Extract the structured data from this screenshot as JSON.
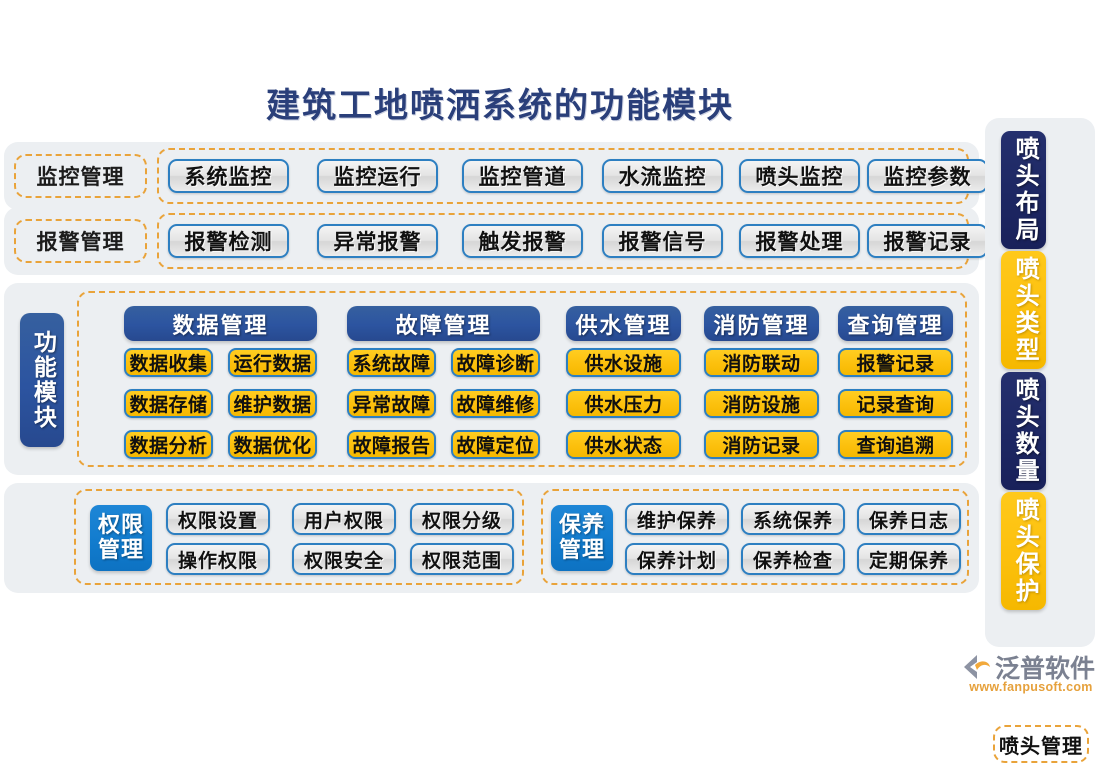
{
  "title": "建筑工地喷洒系统的功能模块",
  "rows": [
    {
      "label": "监控管理",
      "items": [
        "系统监控",
        "监控运行",
        "监控管道",
        "水流监控",
        "喷头监控",
        "监控参数"
      ]
    },
    {
      "label": "报警管理",
      "items": [
        "报警检测",
        "异常报警",
        "触发报警",
        "报警信号",
        "报警处理",
        "报警记录"
      ]
    }
  ],
  "function_module": {
    "label": "功能模块",
    "columns": [
      {
        "header": "数据管理",
        "items": [
          "数据收集",
          "运行数据",
          "数据存储",
          "维护数据",
          "数据分析",
          "数据优化"
        ]
      },
      {
        "header": "故障管理",
        "items": [
          "系统故障",
          "故障诊断",
          "异常故障",
          "故障维修",
          "故障报告",
          "故障定位"
        ]
      },
      {
        "header": "供水管理",
        "items": [
          "供水设施",
          "供水压力",
          "供水状态"
        ]
      },
      {
        "header": "消防管理",
        "items": [
          "消防联动",
          "消防设施",
          "消防记录"
        ]
      },
      {
        "header": "查询管理",
        "items": [
          "报警记录",
          "记录查询",
          "查询追溯"
        ]
      }
    ]
  },
  "bottom_groups": [
    {
      "label": "权限管理",
      "items": [
        "权限设置",
        "用户权限",
        "权限分级",
        "操作权限",
        "权限安全",
        "权限范围"
      ]
    },
    {
      "label": "保养管理",
      "items": [
        "维护保养",
        "系统保养",
        "保养日志",
        "保养计划",
        "保养检查",
        "定期保养"
      ]
    }
  ],
  "right_rail": {
    "items": [
      {
        "label": "喷头布局",
        "style": "dark"
      },
      {
        "label": "喷头类型",
        "style": "yellow"
      },
      {
        "label": "喷头数量",
        "style": "dark"
      },
      {
        "label": "喷头保护",
        "style": "yellow"
      }
    ],
    "footer": "喷头管理"
  },
  "logo": {
    "name": "泛普软件",
    "url": "www.fanpusoft.com"
  },
  "colors": {
    "panel_bg": "#eceff2",
    "dashed_border": "#e9a33a",
    "header_blue": "#2c54a0",
    "bright_blue": "#127cce",
    "yellow": "#fcc00d",
    "rail_dark": "#1d2763",
    "title_color": "#2a3f7a",
    "button_border": "#2d7fc1"
  }
}
